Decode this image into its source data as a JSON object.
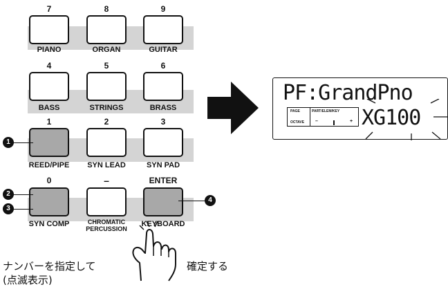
{
  "keypad": {
    "numbers": [
      "7",
      "8",
      "9",
      "4",
      "5",
      "6",
      "1",
      "2",
      "3",
      "0",
      "–",
      "ENTER"
    ],
    "labels": {
      "piano": "PIANO",
      "organ": "ORGAN",
      "guitar": "GUITAR",
      "bass": "BASS",
      "strings": "STRINGS",
      "brass": "BRASS",
      "reed_pipe": "REED/PIPE",
      "syn_lead": "SYN LEAD",
      "syn_pad": "SYN PAD",
      "syn_comp": "SYN COMP",
      "chromatic_1": "CHROMATIC",
      "chromatic_2": "PERCUSSION",
      "keyboard": "KEYBOARD"
    }
  },
  "callouts": [
    "1",
    "2",
    "3",
    "4"
  ],
  "display": {
    "line1": "PF:GrandPno",
    "line2": "XG100",
    "page": "PAGE",
    "part_elem_key": "PART/ELEM/KEY",
    "octave": "OCTAVE",
    "minus": "–",
    "plus": "+"
  },
  "captions": {
    "left": "ナンバーを指定して",
    "blink": "(点滅表示)",
    "right": "確定する"
  },
  "icons": [
    "arrow-right-icon",
    "pointing-hand-icon"
  ]
}
